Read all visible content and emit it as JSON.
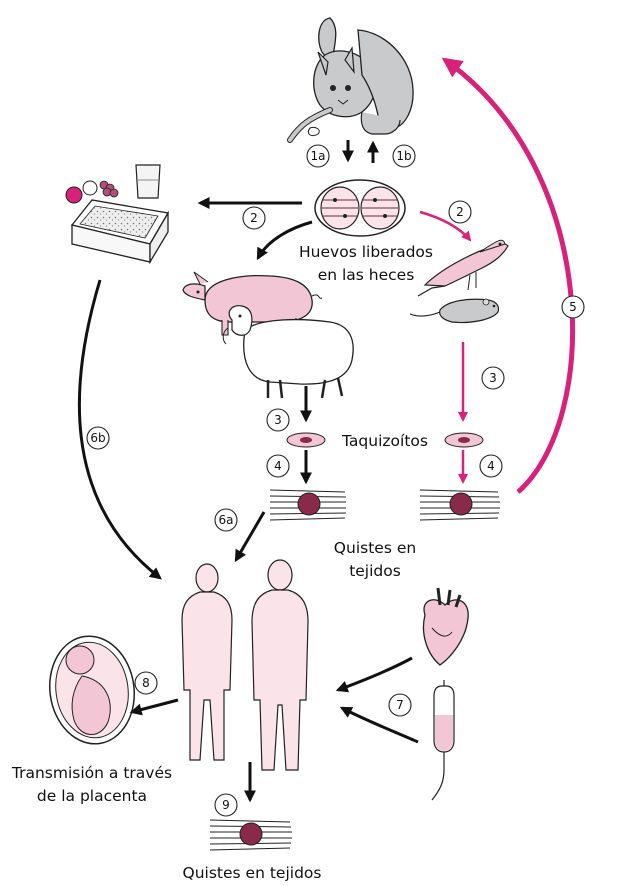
{
  "labels": {
    "eggs_released": [
      "Huevos liberados",
      "en las heces"
    ],
    "tachyzoites": "Taquizoítos",
    "tissue_cysts_animal": [
      "Quistes en",
      "tejidos"
    ],
    "placenta_transmission": [
      "Transmisión a través",
      "de la placenta"
    ],
    "tissue_cysts_human": "Quistes en tejidos"
  },
  "steps": {
    "s1a": "1a",
    "s1b": "1b",
    "s2_food": "2",
    "s2_pig": "2",
    "s2_bird": "2",
    "s3_sheep": "3",
    "s3_rodent": "3",
    "s4_sheep": "4",
    "s4_rodent": "4",
    "s5": "5",
    "s6a": "6a",
    "s6b": "6b",
    "s7": "7",
    "s8": "8",
    "s9": "9"
  },
  "colors": {
    "black_arrow": "#111111",
    "magenta_arrow": "#d8227a",
    "pink_fill": "#f2c6d4",
    "light_pink_fill": "#fbe3ea",
    "cat_gray": "#c9cacc",
    "cyst_color": "#8a2a4a"
  },
  "icons": [
    "cat-icon",
    "food-icon",
    "oocyst-icon",
    "pig-icon",
    "sheep-icon",
    "bird-icon",
    "rat-icon",
    "tachyzoite-icon",
    "tissue-cyst-icon",
    "human-icon",
    "heart-icon",
    "iv-bag-icon",
    "fetus-icon"
  ]
}
